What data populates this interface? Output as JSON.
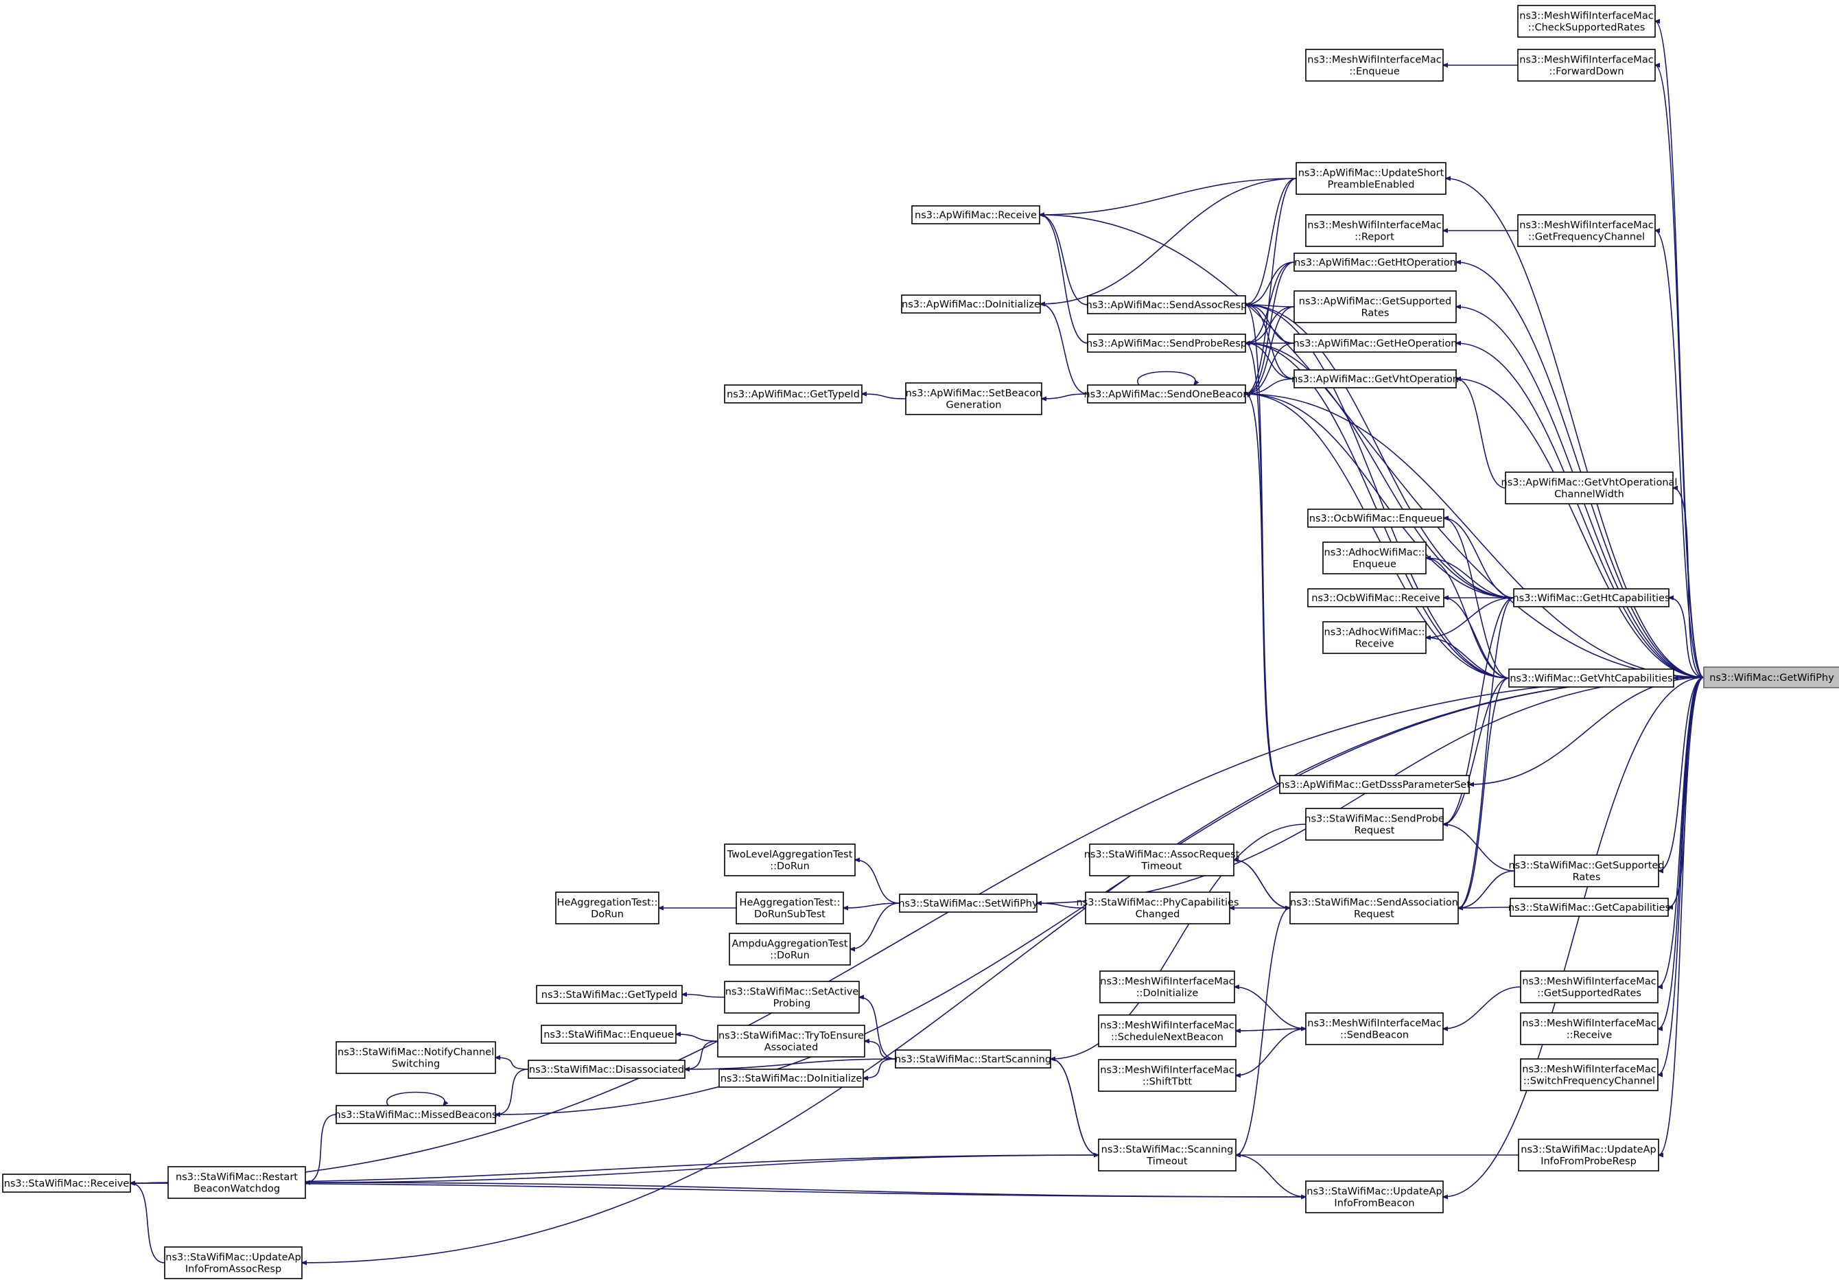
{
  "title": "",
  "edge_color": "#191970",
  "root_fill": "#bfbfbf",
  "nodes": [
    {
      "id": "getwifiphy",
      "lines": [
        "ns3::WifiMac::GetWifiPhy"
      ],
      "root": true
    },
    {
      "id": "mesh_checksupportedrates",
      "lines": [
        "ns3::MeshWifiInterfaceMac",
        "::CheckSupportedRates"
      ]
    },
    {
      "id": "mesh_forwarddown",
      "lines": [
        "ns3::MeshWifiInterfaceMac",
        "::ForwardDown"
      ]
    },
    {
      "id": "mesh_enqueue",
      "lines": [
        "ns3::MeshWifiInterfaceMac",
        "::Enqueue"
      ]
    },
    {
      "id": "ap_updateshortpreamble",
      "lines": [
        "ns3::ApWifiMac::UpdateShort",
        "PreambleEnabled"
      ]
    },
    {
      "id": "ap_receive",
      "lines": [
        "ns3::ApWifiMac::Receive"
      ]
    },
    {
      "id": "mesh_report",
      "lines": [
        "ns3::MeshWifiInterfaceMac",
        "::Report"
      ]
    },
    {
      "id": "mesh_getfrequencychannel",
      "lines": [
        "ns3::MeshWifiInterfaceMac",
        "::GetFrequencyChannel"
      ]
    },
    {
      "id": "ap_gethtoperation",
      "lines": [
        "ns3::ApWifiMac::GetHtOperation"
      ]
    },
    {
      "id": "ap_doinitialize",
      "lines": [
        "ns3::ApWifiMac::DoInitialize"
      ]
    },
    {
      "id": "ap_sendassocresp",
      "lines": [
        "ns3::ApWifiMac::SendAssocResp"
      ]
    },
    {
      "id": "ap_getsupportedrates",
      "lines": [
        "ns3::ApWifiMac::GetSupported",
        "Rates"
      ]
    },
    {
      "id": "ap_sendproberesp",
      "lines": [
        "ns3::ApWifiMac::SendProbeResp"
      ]
    },
    {
      "id": "ap_getheoperation",
      "lines": [
        "ns3::ApWifiMac::GetHeOperation"
      ]
    },
    {
      "id": "ap_gettypeid",
      "lines": [
        "ns3::ApWifiMac::GetTypeId"
      ]
    },
    {
      "id": "ap_setbeacongeneration",
      "lines": [
        "ns3::ApWifiMac::SetBeacon",
        "Generation"
      ]
    },
    {
      "id": "ap_sendonebeacon",
      "lines": [
        "ns3::ApWifiMac::SendOneBeacon"
      ]
    },
    {
      "id": "ap_getvhtoperation",
      "lines": [
        "ns3::ApWifiMac::GetVhtOperation"
      ]
    },
    {
      "id": "ap_getvhtopchannelwidth",
      "lines": [
        "ns3::ApWifiMac::GetVhtOperational",
        "ChannelWidth"
      ]
    },
    {
      "id": "ocb_enqueue",
      "lines": [
        "ns3::OcbWifiMac::Enqueue"
      ]
    },
    {
      "id": "adhoc_enqueue",
      "lines": [
        "ns3::AdhocWifiMac::",
        "Enqueue"
      ]
    },
    {
      "id": "ocb_receive",
      "lines": [
        "ns3::OcbWifiMac::Receive"
      ]
    },
    {
      "id": "wifi_gethtcapabilities",
      "lines": [
        "ns3::WifiMac::GetHtCapabilities"
      ]
    },
    {
      "id": "adhoc_receive",
      "lines": [
        "ns3::AdhocWifiMac::",
        "Receive"
      ]
    },
    {
      "id": "wifi_getvhtcapabilities",
      "lines": [
        "ns3::WifiMac::GetVhtCapabilities"
      ]
    },
    {
      "id": "ap_getdsssparameterset",
      "lines": [
        "ns3::ApWifiMac::GetDsssParameterSet"
      ]
    },
    {
      "id": "sta_sendproberequest",
      "lines": [
        "ns3::StaWifiMac::SendProbe",
        "Request"
      ]
    },
    {
      "id": "sta_assocrequesttimeout",
      "lines": [
        "ns3::StaWifiMac::AssocRequest",
        "Timeout"
      ]
    },
    {
      "id": "sta_getsupportedrates",
      "lines": [
        "ns3::StaWifiMac::GetSupported",
        "Rates"
      ]
    },
    {
      "id": "twolevel_dorun",
      "lines": [
        "TwoLevelAggregationTest",
        "::DoRun"
      ]
    },
    {
      "id": "heagg_dorun",
      "lines": [
        "HeAggregationTest::",
        "DoRun"
      ]
    },
    {
      "id": "heagg_dorunsubtest",
      "lines": [
        "HeAggregationTest::",
        "DoRunSubTest"
      ]
    },
    {
      "id": "sta_setwifiphy",
      "lines": [
        "ns3::StaWifiMac::SetWifiPhy"
      ]
    },
    {
      "id": "sta_phycapabilitieschanged",
      "lines": [
        "ns3::StaWifiMac::PhyCapabilities",
        "Changed"
      ]
    },
    {
      "id": "sta_sendassociationrequest",
      "lines": [
        "ns3::StaWifiMac::SendAssociation",
        "Request"
      ]
    },
    {
      "id": "sta_getcapabilities",
      "lines": [
        "ns3::StaWifiMac::GetCapabilities"
      ]
    },
    {
      "id": "ampdu_dorun",
      "lines": [
        "AmpduAggregationTest",
        "::DoRun"
      ]
    },
    {
      "id": "mesh_doinitialize",
      "lines": [
        "ns3::MeshWifiInterfaceMac",
        "::DoInitialize"
      ]
    },
    {
      "id": "mesh_getsupportedrates",
      "lines": [
        "ns3::MeshWifiInterfaceMac",
        "::GetSupportedRates"
      ]
    },
    {
      "id": "sta_gettypeid",
      "lines": [
        "ns3::StaWifiMac::GetTypeId"
      ]
    },
    {
      "id": "sta_setactiveprobing",
      "lines": [
        "ns3::StaWifiMac::SetActive",
        "Probing"
      ]
    },
    {
      "id": "mesh_schedulenextbeacon",
      "lines": [
        "ns3::MeshWifiInterfaceMac",
        "::ScheduleNextBeacon"
      ]
    },
    {
      "id": "mesh_sendbeacon",
      "lines": [
        "ns3::MeshWifiInterfaceMac",
        "::SendBeacon"
      ]
    },
    {
      "id": "mesh_receive",
      "lines": [
        "ns3::MeshWifiInterfaceMac",
        "::Receive"
      ]
    },
    {
      "id": "sta_enqueue",
      "lines": [
        "ns3::StaWifiMac::Enqueue"
      ]
    },
    {
      "id": "sta_trytoensureassociated",
      "lines": [
        "ns3::StaWifiMac::TryToEnsure",
        "Associated"
      ]
    },
    {
      "id": "sta_notifychannelswitching",
      "lines": [
        "ns3::StaWifiMac::NotifyChannel",
        "Switching"
      ]
    },
    {
      "id": "sta_disassociated",
      "lines": [
        "ns3::StaWifiMac::Disassociated"
      ]
    },
    {
      "id": "sta_startscanning",
      "lines": [
        "ns3::StaWifiMac::StartScanning"
      ]
    },
    {
      "id": "mesh_switchfrequencychannel",
      "lines": [
        "ns3::MeshWifiInterfaceMac",
        "::SwitchFrequencyChannel"
      ]
    },
    {
      "id": "mesh_shifttbtt",
      "lines": [
        "ns3::MeshWifiInterfaceMac",
        "::ShiftTbtt"
      ]
    },
    {
      "id": "sta_doinitialize",
      "lines": [
        "ns3::StaWifiMac::DoInitialize"
      ]
    },
    {
      "id": "sta_missedbeacons",
      "lines": [
        "ns3::StaWifiMac::MissedBeacons"
      ]
    },
    {
      "id": "sta_scanningtimeout",
      "lines": [
        "ns3::StaWifiMac::Scanning",
        "Timeout"
      ]
    },
    {
      "id": "sta_updateapinfofromproberesp",
      "lines": [
        "ns3::StaWifiMac::UpdateAp",
        "InfoFromProbeResp"
      ]
    },
    {
      "id": "sta_receive",
      "lines": [
        "ns3::StaWifiMac::Receive"
      ]
    },
    {
      "id": "sta_restartbeaconwatchdog",
      "lines": [
        "ns3::StaWifiMac::Restart",
        "BeaconWatchdog"
      ]
    },
    {
      "id": "sta_updateapinfofrombeacon",
      "lines": [
        "ns3::StaWifiMac::UpdateAp",
        "InfoFromBeacon"
      ]
    },
    {
      "id": "sta_updateapinfofromassocresp",
      "lines": [
        "ns3::StaWifiMac::UpdateAp",
        "InfoFromAssocResp"
      ]
    }
  ],
  "edges": [
    [
      "getwifiphy",
      "mesh_checksupportedrates"
    ],
    [
      "getwifiphy",
      "mesh_forwarddown"
    ],
    [
      "mesh_forwarddown",
      "mesh_enqueue"
    ],
    [
      "getwifiphy",
      "sta_receive"
    ],
    [
      "getwifiphy",
      "ap_receive"
    ],
    [
      "getwifiphy",
      "ap_updateshortpreamble"
    ],
    [
      "ap_updateshortpreamble",
      "ap_receive"
    ],
    [
      "ap_updateshortpreamble",
      "ap_doinitialize"
    ],
    [
      "ap_updateshortpreamble",
      "ap_sendassocresp"
    ],
    [
      "ap_updateshortpreamble",
      "ap_sendonebeacon"
    ],
    [
      "getwifiphy",
      "mesh_getfrequencychannel"
    ],
    [
      "mesh_getfrequencychannel",
      "mesh_report"
    ],
    [
      "getwifiphy",
      "ap_gethtoperation"
    ],
    [
      "ap_gethtoperation",
      "ap_sendassocresp"
    ],
    [
      "ap_gethtoperation",
      "ap_sendproberesp"
    ],
    [
      "ap_gethtoperation",
      "ap_sendonebeacon"
    ],
    [
      "getwifiphy",
      "ap_getsupportedrates"
    ],
    [
      "ap_getsupportedrates",
      "ap_sendassocresp"
    ],
    [
      "ap_getsupportedrates",
      "ap_sendproberesp"
    ],
    [
      "ap_getsupportedrates",
      "ap_sendonebeacon"
    ],
    [
      "getwifiphy",
      "ap_getheoperation"
    ],
    [
      "ap_getheoperation",
      "ap_sendassocresp"
    ],
    [
      "ap_getheoperation",
      "ap_sendproberesp"
    ],
    [
      "ap_getheoperation",
      "ap_sendonebeacon"
    ],
    [
      "getwifiphy",
      "ap_getvhtoperation"
    ],
    [
      "ap_getvhtoperation",
      "ap_sendassocresp"
    ],
    [
      "ap_getvhtoperation",
      "ap_sendproberesp"
    ],
    [
      "ap_getvhtoperation",
      "ap_sendonebeacon"
    ],
    [
      "getwifiphy",
      "ap_getvhtopchannelwidth"
    ],
    [
      "ap_getvhtopchannelwidth",
      "ap_getvhtoperation"
    ],
    [
      "ap_sendassocresp",
      "ap_receive"
    ],
    [
      "ap_sendproberesp",
      "ap_receive"
    ],
    [
      "ap_sendonebeacon",
      "ap_doinitialize"
    ],
    [
      "ap_sendonebeacon",
      "ap_sendonebeacon"
    ],
    [
      "ap_sendonebeacon",
      "ap_setbeacongeneration"
    ],
    [
      "ap_setbeacongeneration",
      "ap_gettypeid"
    ],
    [
      "getwifiphy",
      "wifi_gethtcapabilities"
    ],
    [
      "wifi_gethtcapabilities",
      "ocb_enqueue"
    ],
    [
      "wifi_gethtcapabilities",
      "adhoc_enqueue"
    ],
    [
      "wifi_gethtcapabilities",
      "ocb_receive"
    ],
    [
      "wifi_gethtcapabilities",
      "adhoc_receive"
    ],
    [
      "wifi_gethtcapabilities",
      "ap_sendassocresp"
    ],
    [
      "wifi_gethtcapabilities",
      "ap_sendproberesp"
    ],
    [
      "wifi_gethtcapabilities",
      "ap_sendonebeacon"
    ],
    [
      "wifi_gethtcapabilities",
      "sta_sendproberequest"
    ],
    [
      "wifi_gethtcapabilities",
      "sta_sendassociationrequest"
    ],
    [
      "getwifiphy",
      "wifi_getvhtcapabilities"
    ],
    [
      "wifi_getvhtcapabilities",
      "ocb_enqueue"
    ],
    [
      "wifi_getvhtcapabilities",
      "adhoc_enqueue"
    ],
    [
      "wifi_getvhtcapabilities",
      "ocb_receive"
    ],
    [
      "wifi_getvhtcapabilities",
      "adhoc_receive"
    ],
    [
      "wifi_getvhtcapabilities",
      "ap_sendassocresp"
    ],
    [
      "wifi_getvhtcapabilities",
      "ap_sendproberesp"
    ],
    [
      "wifi_getvhtcapabilities",
      "ap_sendonebeacon"
    ],
    [
      "wifi_getvhtcapabilities",
      "sta_sendproberequest"
    ],
    [
      "wifi_getvhtcapabilities",
      "sta_sendassociationrequest"
    ],
    [
      "getwifiphy",
      "ap_getdsssparameterset"
    ],
    [
      "ap_getdsssparameterset",
      "ap_sendassocresp"
    ],
    [
      "ap_getdsssparameterset",
      "ap_sendproberesp"
    ],
    [
      "ap_getdsssparameterset",
      "ap_sendonebeacon"
    ],
    [
      "getwifiphy",
      "ap_sendonebeacon"
    ],
    [
      "sta_sendproberequest",
      "sta_startscanning"
    ],
    [
      "getwifiphy",
      "sta_getsupportedrates"
    ],
    [
      "sta_getsupportedrates",
      "sta_sendproberequest"
    ],
    [
      "sta_getsupportedrates",
      "sta_sendassociationrequest"
    ],
    [
      "getwifiphy",
      "sta_getcapabilities"
    ],
    [
      "sta_getcapabilities",
      "sta_sendassociationrequest"
    ],
    [
      "sta_sendassociationrequest",
      "sta_assocrequesttimeout"
    ],
    [
      "sta_assocrequesttimeout",
      "sta_sendassociationrequest"
    ],
    [
      "sta_sendassociationrequest",
      "sta_phycapabilitieschanged"
    ],
    [
      "sta_sendassociationrequest",
      "sta_scanningtimeout"
    ],
    [
      "sta_phycapabilitieschanged",
      "sta_setwifiphy"
    ],
    [
      "getwifiphy",
      "sta_setwifiphy"
    ],
    [
      "sta_setwifiphy",
      "twolevel_dorun"
    ],
    [
      "sta_setwifiphy",
      "heagg_dorunsubtest"
    ],
    [
      "sta_setwifiphy",
      "ampdu_dorun"
    ],
    [
      "heagg_dorunsubtest",
      "heagg_dorun"
    ],
    [
      "getwifiphy",
      "mesh_getsupportedrates"
    ],
    [
      "mesh_getsupportedrates",
      "mesh_sendbeacon"
    ],
    [
      "mesh_sendbeacon",
      "mesh_doinitialize"
    ],
    [
      "mesh_sendbeacon",
      "mesh_schedulenextbeacon"
    ],
    [
      "mesh_schedulenextbeacon",
      "mesh_sendbeacon"
    ],
    [
      "mesh_sendbeacon",
      "mesh_shifttbtt"
    ],
    [
      "getwifiphy",
      "mesh_receive"
    ],
    [
      "getwifiphy",
      "mesh_switchfrequencychannel"
    ],
    [
      "sta_startscanning",
      "sta_setactiveprobing"
    ],
    [
      "sta_setactiveprobing",
      "sta_gettypeid"
    ],
    [
      "sta_startscanning",
      "sta_trytoensureassociated"
    ],
    [
      "sta_trytoensureassociated",
      "sta_enqueue"
    ],
    [
      "sta_trytoensureassociated",
      "sta_disassociated"
    ],
    [
      "sta_startscanning",
      "sta_disassociated"
    ],
    [
      "sta_startscanning",
      "sta_doinitialize"
    ],
    [
      "sta_startscanning",
      "sta_scanningtimeout"
    ],
    [
      "sta_scanningtimeout",
      "sta_startscanning"
    ],
    [
      "sta_disassociated",
      "sta_notifychannelswitching"
    ],
    [
      "sta_disassociated",
      "sta_missedbeacons"
    ],
    [
      "getwifiphy",
      "sta_missedbeacons"
    ],
    [
      "sta_missedbeacons",
      "sta_missedbeacons"
    ],
    [
      "sta_missedbeacons",
      "sta_restartbeaconwatchdog"
    ],
    [
      "getwifiphy",
      "sta_updateapinfofromproberesp"
    ],
    [
      "sta_updateapinfofromproberesp",
      "sta_scanningtimeout"
    ],
    [
      "sta_scanningtimeout",
      "sta_receive"
    ],
    [
      "sta_scanningtimeout",
      "sta_restartbeaconwatchdog"
    ],
    [
      "sta_restartbeaconwatchdog",
      "sta_receive"
    ],
    [
      "sta_restartbeaconwatchdog",
      "sta_updateapinfofrombeacon"
    ],
    [
      "getwifiphy",
      "sta_updateapinfofrombeacon"
    ],
    [
      "sta_updateapinfofrombeacon",
      "sta_scanningtimeout"
    ],
    [
      "sta_updateapinfofrombeacon",
      "sta_receive"
    ],
    [
      "getwifiphy",
      "sta_updateapinfofromassocresp"
    ],
    [
      "sta_updateapinfofromassocresp",
      "sta_receive"
    ]
  ]
}
